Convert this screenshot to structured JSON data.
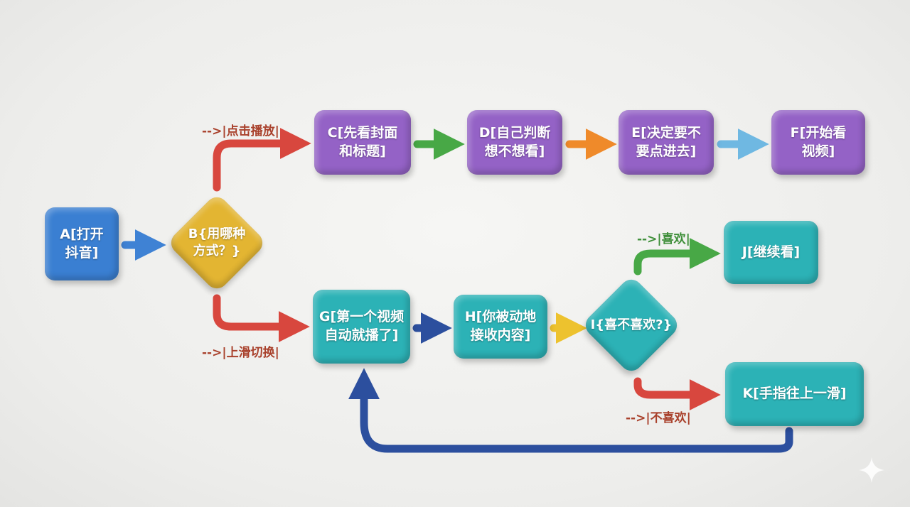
{
  "nodes": {
    "A": {
      "label": "A[打开\n抖音]",
      "color": "#3a7fd2"
    },
    "B": {
      "label": "B{用哪种\n方式？}",
      "color": "#e3b532"
    },
    "C": {
      "label": "C[先看封面\n和标题]",
      "color": "#9462c6"
    },
    "D": {
      "label": "D[自己判断\n想不想看]",
      "color": "#9462c6"
    },
    "E": {
      "label": "E[决定要不\n要点进去]",
      "color": "#9462c6"
    },
    "F": {
      "label": "F[开始看\n视频]",
      "color": "#9462c6"
    },
    "G": {
      "label": "G[第一个视频\n自动就播了]",
      "color": "#2cb2b6"
    },
    "H": {
      "label": "H[你被动地\n接收内容]",
      "color": "#2cb2b6"
    },
    "I": {
      "label": "I{喜不喜欢?}",
      "color": "#2cb2b6"
    },
    "J": {
      "label": "J[继续看]",
      "color": "#2cb2b6"
    },
    "K": {
      "label": "K[手指往上一滑]",
      "color": "#2cb2b6"
    }
  },
  "edge_labels": {
    "click_play": "-->|点击播放|",
    "swipe_switch": "-->|上滑切换|",
    "like": "-->|喜欢|",
    "dislike": "-->|不喜欢|"
  },
  "colors": {
    "red": "#d8473e",
    "green": "#48a846",
    "orange": "#ef8a2a",
    "light_blue": "#6fb8e2",
    "dark_blue": "#2c4f9e",
    "yellow": "#edc22e",
    "blue": "#3f82d4",
    "label_red": "#a9412c",
    "label_green": "#3f8f3a"
  }
}
